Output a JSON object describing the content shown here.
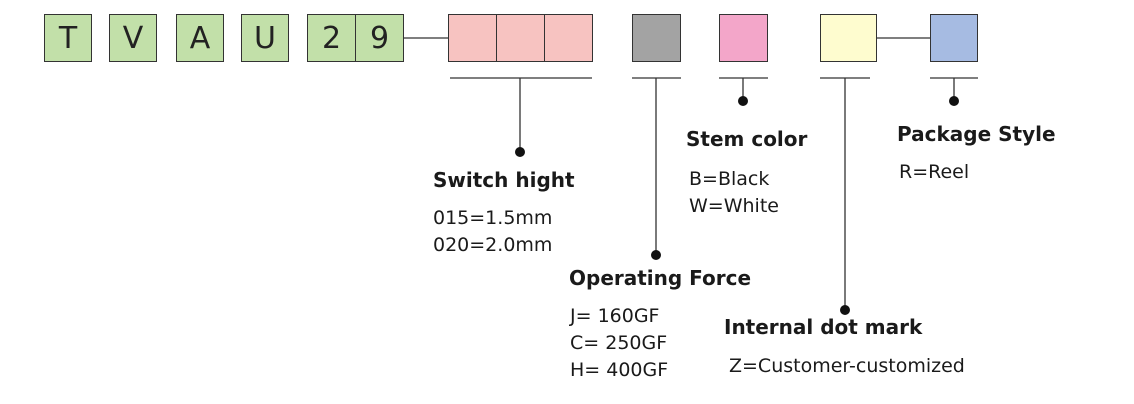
{
  "code_letters": [
    "T",
    "V",
    "A",
    "U",
    "2",
    "9"
  ],
  "segment_colors": {
    "fixed_code": "#c2e0a9",
    "switch_height": "#f7c3c1",
    "operating_force": "#a3a3a3",
    "stem_color": "#f3a6c9",
    "internal_dot_mark": "#fefccf",
    "package_style": "#a6bbe2"
  },
  "switch_height": {
    "title": "Switch hight",
    "options": [
      "015=1.5mm",
      "020=2.0mm"
    ]
  },
  "stem_color": {
    "title": "Stem color",
    "options": [
      "B=Black",
      "W=White"
    ]
  },
  "package_style": {
    "title": "Package Style",
    "options": [
      "R=Reel"
    ]
  },
  "operating_force": {
    "title": "Operating Force",
    "options": [
      "J=  160GF",
      "C= 250GF",
      "H= 400GF"
    ]
  },
  "internal_dot_mark": {
    "title": "Internal dot mark",
    "options": [
      "Z=Customer-customized"
    ]
  }
}
